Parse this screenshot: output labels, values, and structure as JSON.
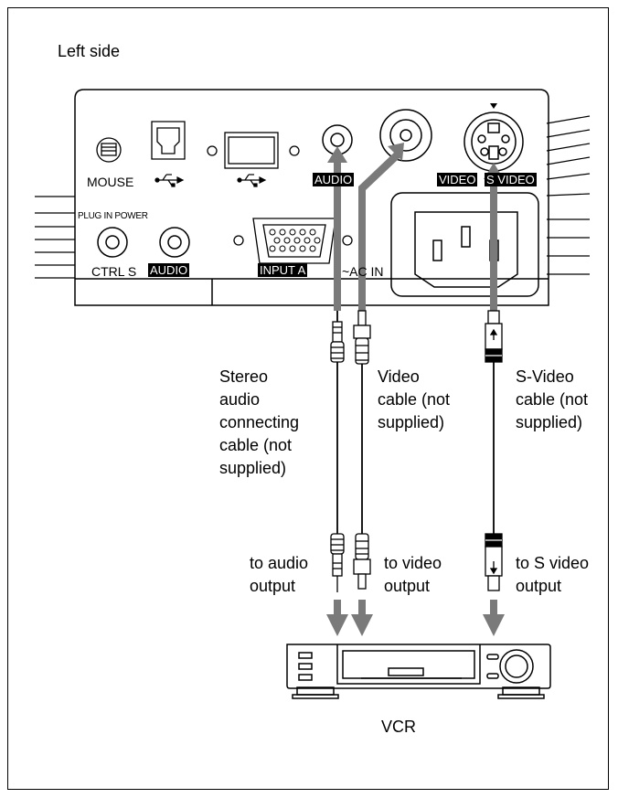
{
  "side_label": "Left side",
  "panel": {
    "mouse": "MOUSE",
    "plug_in_power": "PLUG IN POWER",
    "ctrl_s": "CTRL S",
    "audio_left": "AUDIO",
    "input_a": "INPUT A",
    "ac_in": "~AC IN",
    "audio_top": "AUDIO",
    "video": "VIDEO",
    "s_video": "S VIDEO"
  },
  "cables": {
    "stereo": "Stereo\naudio\nconnecting\ncable (not\nsupplied)",
    "video": "Video\ncable (not\nsupplied)",
    "svideo": "S-Video\ncable (not\nsupplied)"
  },
  "outputs": {
    "audio": "to audio\noutput",
    "video": "to video\noutput",
    "svideo": "to S video\noutput"
  },
  "device": "VCR",
  "colors": {
    "arrow": "#7a7a7a",
    "line": "#000000"
  }
}
